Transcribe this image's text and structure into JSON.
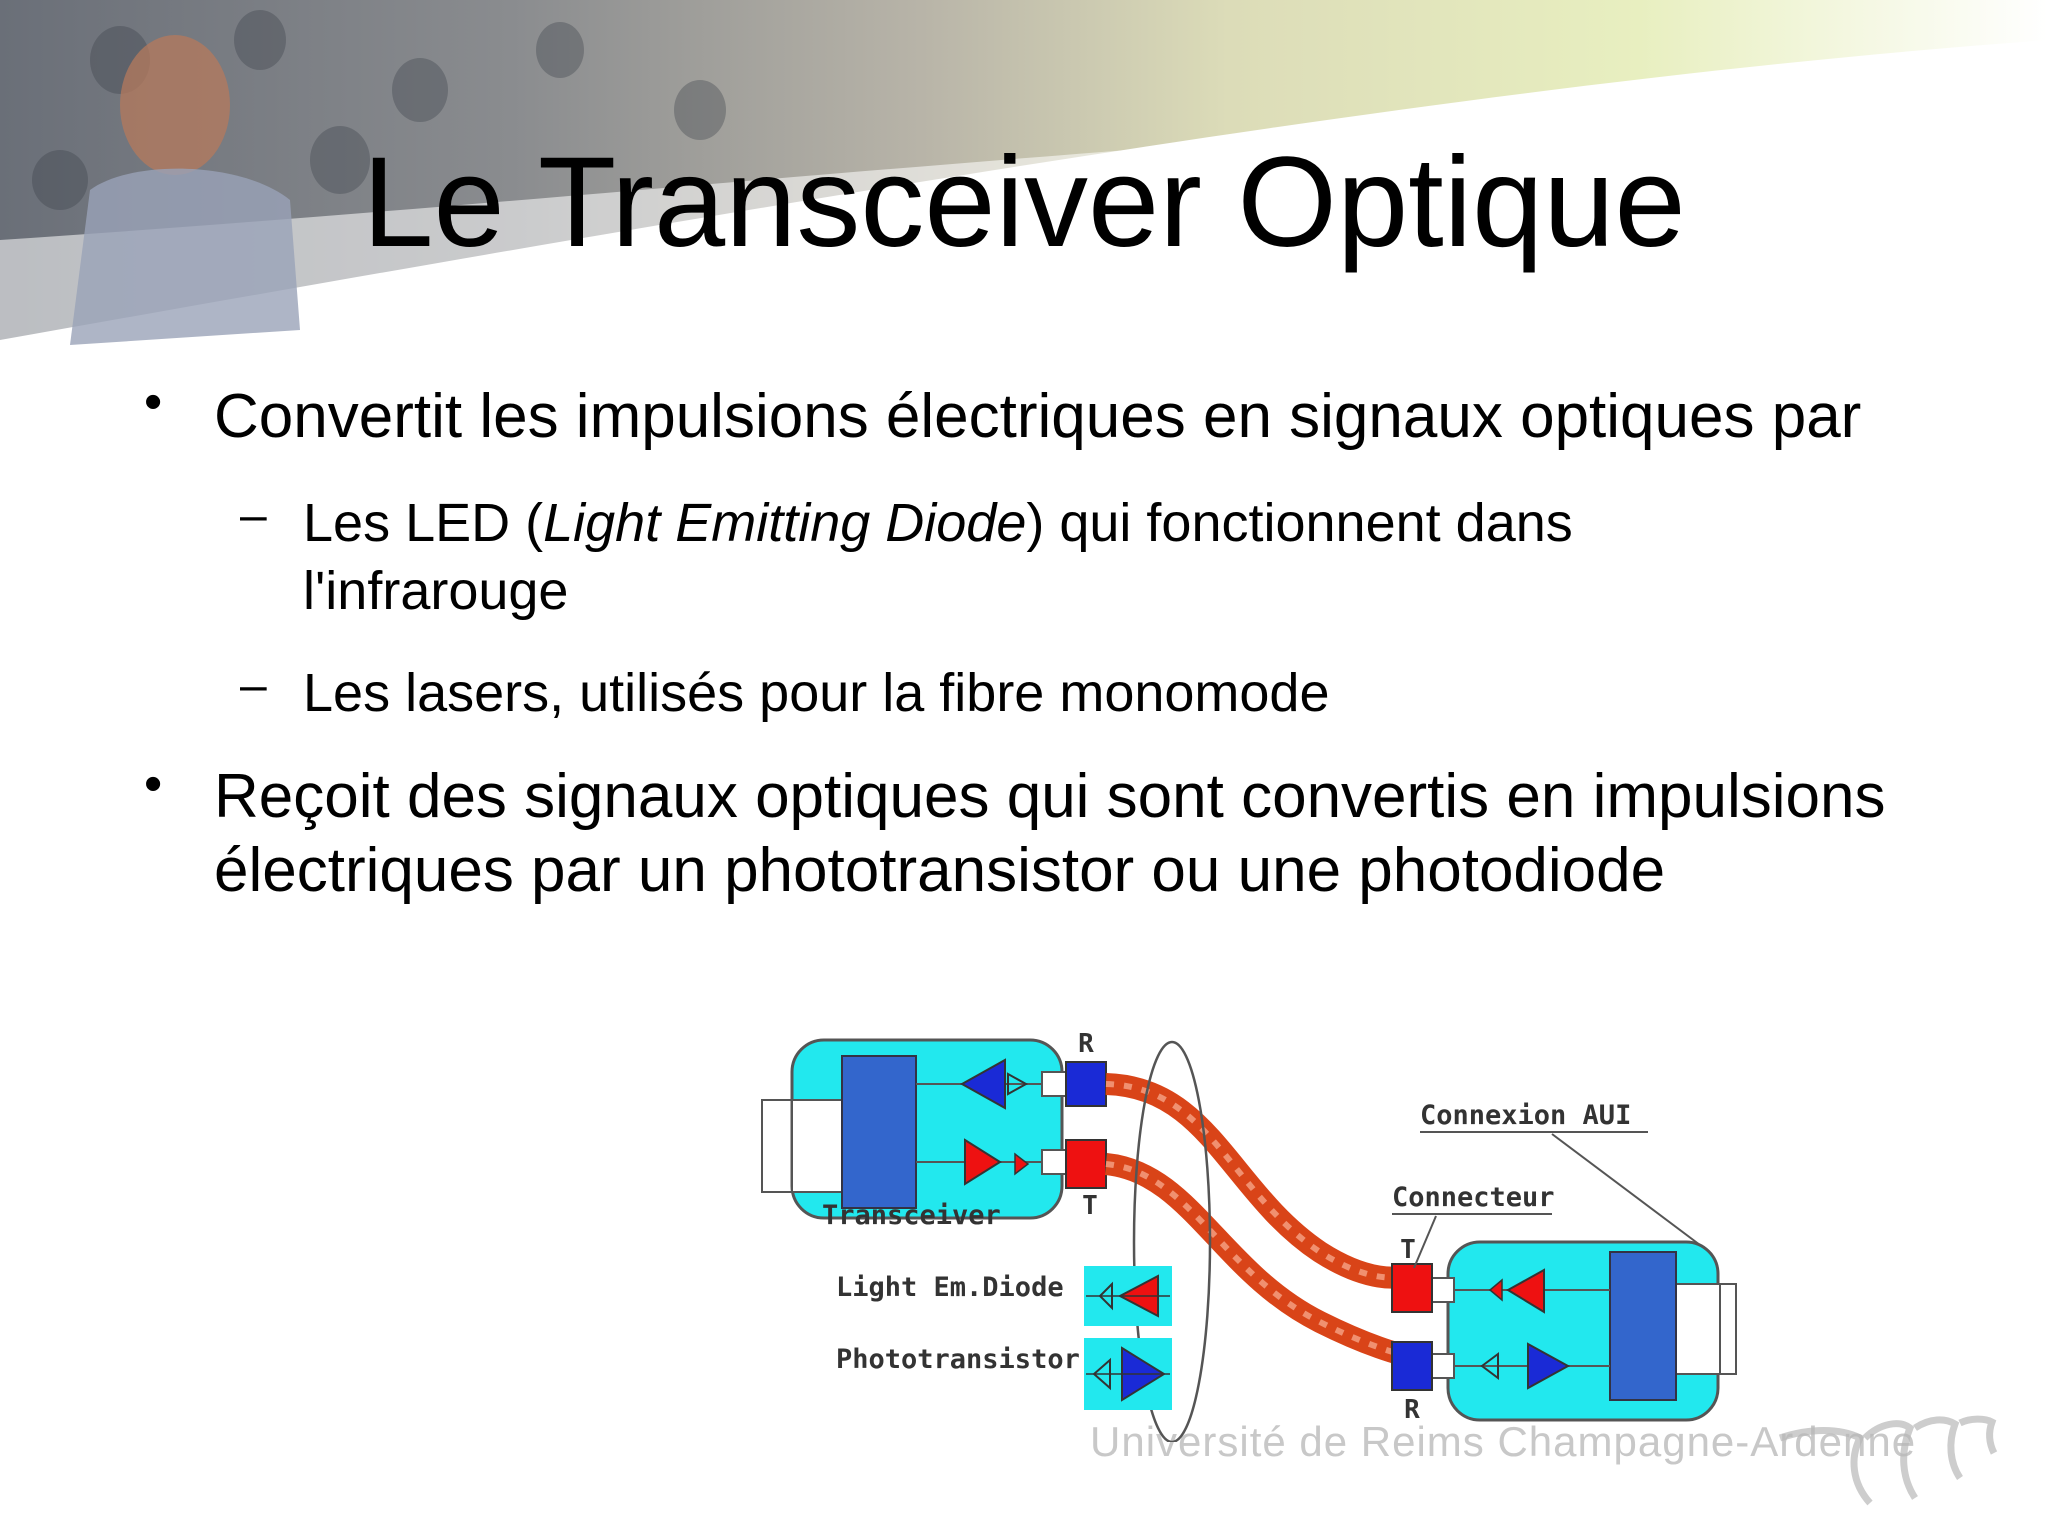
{
  "slide": {
    "title": "Le Transceiver Optique",
    "bullets": [
      {
        "text": "Convertit les impulsions électriques en signaux optiques par",
        "sub": [
          {
            "prefix": "Les LED (",
            "italic": "Light Emitting Diode",
            "suffix": ") qui fonctionnent dans",
            "line2": "l'infrarouge"
          },
          {
            "text": "Les lasers, utilisés pour la fibre monomode"
          }
        ]
      },
      {
        "line1": "Reçoit des signaux optiques qui sont convertis en impulsions",
        "line2": "électriques par un phototransistor ou une photodiode"
      }
    ],
    "bullet_glyph": "•",
    "dash_glyph": "–"
  },
  "diagram": {
    "label_r_top": "R",
    "label_t_top": "T",
    "label_transceiver": "Transceiver",
    "label_led": "Light Em.Diode",
    "label_phototransistor": "Phototransistor",
    "label_aui": "Connexion AUI",
    "label_connecteur": "Connecteur",
    "label_t_right": "T",
    "label_r_right": "R"
  },
  "footer": {
    "university": "Université de Reims Champagne-Ardenne"
  },
  "colors": {
    "cyan": "#22e8ee",
    "blue_block": "#3366cc",
    "red": "#ee1111",
    "dark_blue": "#1a2ad6",
    "fiber": "#d94418"
  }
}
